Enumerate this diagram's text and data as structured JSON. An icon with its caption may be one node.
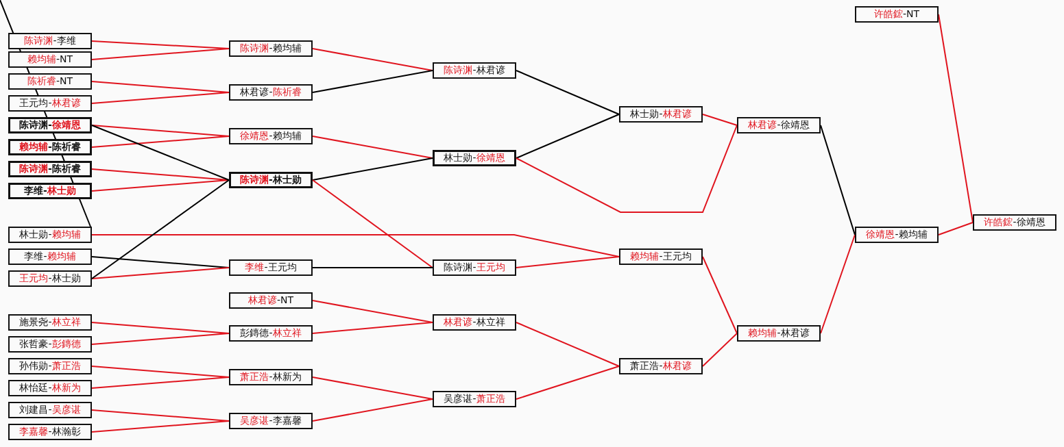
{
  "diagram": {
    "nodes": [
      {
        "text": [
          "*陈诗渊*-李维"
        ]
      },
      {
        "text": [
          "*赖均辅*-NT"
        ]
      },
      {
        "text": [
          "*陈祈睿*-NT"
        ]
      },
      {
        "text": [
          "王元均-*林君谚*"
        ]
      },
      {
        "text": [
          "陈诗渊-*徐靖恩*"
        ]
      },
      {
        "text": [
          "*赖均辅*-陈祈睿"
        ]
      },
      {
        "text": [
          "*陈诗渊*-陈祈睿"
        ]
      },
      {
        "text": [
          "李维-*林士勋*"
        ]
      },
      {
        "text": [
          "林士勋-*赖均辅*"
        ]
      },
      {
        "text": [
          "李维-*赖均辅*"
        ]
      },
      {
        "text": [
          "*王元均*-林士勋"
        ]
      },
      {
        "text": [
          "施景尧-*林立祥*"
        ]
      },
      {
        "text": [
          "张哲豪-*彭鏄德*"
        ]
      },
      {
        "text": [
          "孙伟勋-*萧正浩*"
        ]
      },
      {
        "text": [
          "林怡廷-*林新为*"
        ]
      },
      {
        "text": [
          "刘建昌-*吴彦谌*"
        ]
      },
      {
        "text": [
          "*李嘉馨*-林瀚彰"
        ]
      },
      {
        "text": [
          "*陈诗渊*-赖均辅"
        ]
      },
      {
        "text": [
          "林君谚-*陈祈睿*"
        ]
      },
      {
        "text": [
          "*徐靖恩*-赖均辅"
        ]
      },
      {
        "text": [
          "*陈诗渊*-林士勋"
        ]
      },
      {
        "text": [
          "*李维*-王元均"
        ]
      },
      {
        "text": [
          "*林君谚*-NT"
        ]
      },
      {
        "text": [
          "彭鏄德-*林立祥*"
        ]
      },
      {
        "text": [
          "*萧正浩*-林新为"
        ]
      },
      {
        "text": [
          "*吴彦谌*-李嘉馨"
        ]
      },
      {
        "text": [
          "*陈诗渊*-林君谚"
        ]
      },
      {
        "text": [
          "林士勋-*徐靖恩*"
        ]
      },
      {
        "text": [
          "陈诗渊-*王元均*"
        ]
      },
      {
        "text": [
          "*林君谚*-林立祥"
        ]
      },
      {
        "text": [
          "吴彦谌-*萧正浩*"
        ]
      },
      {
        "text": [
          "林士勋-*林君谚*"
        ]
      },
      {
        "text": [
          "*赖均辅*-王元均"
        ]
      },
      {
        "text": [
          "萧正浩-*林君谚*"
        ]
      },
      {
        "text": [
          "*林君谚*-徐靖恩"
        ]
      },
      {
        "text": [
          "*赖均辅*-林君谚"
        ]
      },
      {
        "text": [
          "*许皓鋐*-NT"
        ]
      },
      {
        "text": [
          "*徐靖恩*-赖均辅"
        ]
      },
      {
        "text": [
          "*许皓鋐*-徐靖恩"
        ]
      }
    ],
    "edges": [
      {
        "from": 0,
        "to": 17,
        "arrow": "none"
      },
      {
        "from": 1,
        "to": 17,
        "arrow": "none"
      },
      {
        "from": 2,
        "to": 18,
        "arrow": "none"
      },
      {
        "from": 3,
        "to": 18,
        "arrow": "none"
      },
      {
        "from": 4,
        "to": 19,
        "arrow": "none"
      },
      {
        "from": 5,
        "to": 19,
        "arrow": "none"
      },
      {
        "from": 6,
        "to": 20,
        "arrow": "none"
      },
      {
        "from": 7,
        "to": 20,
        "arrow": "none"
      },
      {
        "from": 4,
        "to": 20,
        "arrow": "none",
        "color": "#000000"
      },
      {
        "from": null,
        "to": 8,
        "arrow": "none",
        "color": "#000000"
      },
      {
        "from": 8,
        "to": 32,
        "arrow": "none"
      },
      {
        "from": 9,
        "to": 21,
        "arrow": "none",
        "color": "#000000"
      },
      {
        "from": 10,
        "to": 21,
        "arrow": "none"
      },
      {
        "from": 10,
        "to": 20,
        "arrow": "none",
        "color": "#000000"
      },
      {
        "from": 11,
        "to": 23,
        "arrow": "none"
      },
      {
        "from": 12,
        "to": 23,
        "arrow": "none"
      },
      {
        "from": 13,
        "to": 24,
        "arrow": "none"
      },
      {
        "from": 14,
        "to": 24,
        "arrow": "none"
      },
      {
        "from": 15,
        "to": 25,
        "arrow": "none"
      },
      {
        "from": 16,
        "to": 25,
        "arrow": "none"
      },
      {
        "from": 17,
        "to": 26,
        "arrow": "none"
      },
      {
        "from": 18,
        "to": 26,
        "arrow": "none",
        "color": "#000000"
      },
      {
        "from": 19,
        "to": 27,
        "arrow": "none"
      },
      {
        "from": 20,
        "to": 27,
        "arrow": "none",
        "color": "#000000"
      },
      {
        "from": 20,
        "to": 28,
        "arrow": "none"
      },
      {
        "from": 21,
        "to": 28,
        "arrow": "none",
        "color": "#000000"
      },
      {
        "from": 22,
        "to": 29,
        "arrow": "none"
      },
      {
        "from": 23,
        "to": 29,
        "arrow": "none"
      },
      {
        "from": 24,
        "to": 30,
        "arrow": "none"
      },
      {
        "from": 25,
        "to": 30,
        "arrow": "none"
      },
      {
        "from": 26,
        "to": 31,
        "arrow": "none",
        "color": "#000000"
      },
      {
        "from": 27,
        "to": 31,
        "arrow": "none",
        "color": "#000000"
      },
      {
        "from": 27,
        "to": 34,
        "arrow": "none"
      },
      {
        "from": 28,
        "to": 32,
        "arrow": "none"
      },
      {
        "from": 29,
        "to": 33,
        "arrow": "none"
      },
      {
        "from": 30,
        "to": 33,
        "arrow": "none"
      },
      {
        "from": 31,
        "to": 34,
        "arrow": "none"
      },
      {
        "from": 32,
        "to": 35,
        "arrow": "none"
      },
      {
        "from": 33,
        "to": 35,
        "arrow": "none"
      },
      {
        "from": 34,
        "to": 37,
        "arrow": "none",
        "color": "#000000"
      },
      {
        "from": 35,
        "to": 37,
        "arrow": "none"
      },
      {
        "from": 36,
        "to": 38,
        "arrow": "none"
      },
      {
        "from": 37,
        "to": 38,
        "arrow": "none"
      }
    ]
  }
}
